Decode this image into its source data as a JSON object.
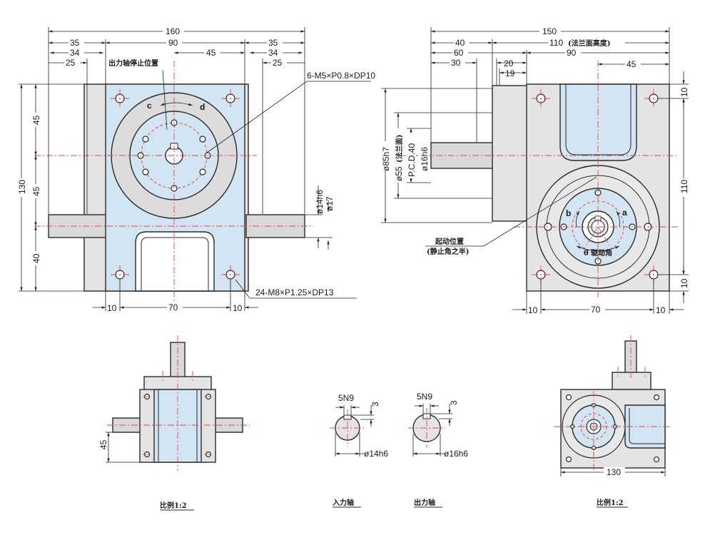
{
  "front_view": {
    "dims": {
      "overall_width": "160",
      "flange_width": "90",
      "left_35": "35",
      "left_34": "34",
      "left_25": "25",
      "right_45": "45",
      "right_35": "35",
      "right_34": "34",
      "right_25": "25",
      "height_130": "130",
      "height_45a": "45",
      "height_45b": "45",
      "height_40": "40",
      "shaft_14h6": "ø14h6",
      "shaft_17": "ø17",
      "base_10a": "10",
      "base_70": "70",
      "base_10b": "10"
    },
    "labels": {
      "output_stop": "出力轴停止位置",
      "dir_c": "c",
      "dir_d": "d",
      "tap_holes": "6-M5×P0.8×DP10",
      "mount_holes": "24-M8×P1.25×DP13"
    }
  },
  "side_view": {
    "dims": {
      "overall_150": "150",
      "flange_height_110": "110",
      "flange_height_note": "(法兰面高度)",
      "d_40": "40",
      "d_60": "60",
      "d_90": "90",
      "d_30": "30",
      "d_20": "20",
      "d_19": "19",
      "d_45": "45",
      "dia_85h7": "ø85h7",
      "dia_55": "ø55",
      "dia_55_note": "(法兰面)",
      "pcd_40": "P.C.D.40",
      "dia_16h6": "ø16h6",
      "r_10a": "10",
      "r_110": "110",
      "r_10b": "10",
      "base_10a": "10",
      "base_70": "70",
      "base_10b": "10"
    },
    "labels": {
      "start_pos": "起动位置",
      "start_pos_note": "(静止角之半)",
      "dir_b": "b",
      "dir_a": "a",
      "drive_angle": "θ 驱动角"
    }
  },
  "bottom_left": {
    "dim_45": "45",
    "caption": "比例1:2"
  },
  "input_shaft": {
    "key": "5N9",
    "depth": "3",
    "dia": "ø14h6",
    "caption": "入力轴"
  },
  "output_shaft": {
    "key": "5N9",
    "depth": "3",
    "dia": "ø16h6",
    "caption": "出力轴"
  },
  "bottom_right": {
    "dim_130": "130",
    "caption": "比例1:2"
  },
  "colors": {
    "blue_fill": "#d3e4f2",
    "body_fill": "#e4e4e4",
    "center_line": "#e04848"
  }
}
